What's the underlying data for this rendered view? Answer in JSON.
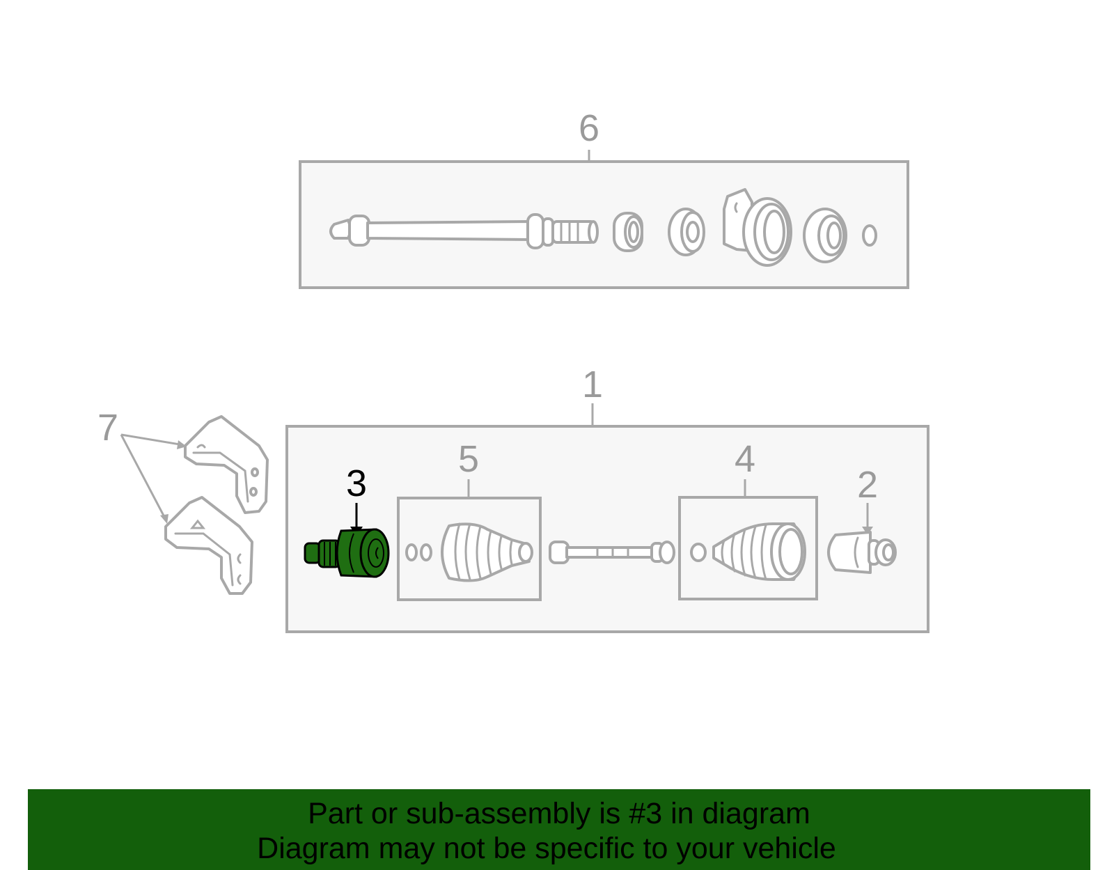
{
  "callouts": {
    "c1": "1",
    "c2": "2",
    "c3": "3",
    "c4": "4",
    "c5": "5",
    "c6": "6",
    "c7": "7"
  },
  "highlight": {
    "part_number": "3",
    "fill_color": "#1f6e12",
    "stroke_color": "#000000"
  },
  "colors": {
    "outline": "#a8a8a8",
    "box_fill": "#f7f7f7",
    "banner_bg": "#135f0b"
  },
  "banner": {
    "line1": "Part or sub-assembly is #3 in diagram",
    "line2": "Diagram may not be specific to your vehicle"
  }
}
